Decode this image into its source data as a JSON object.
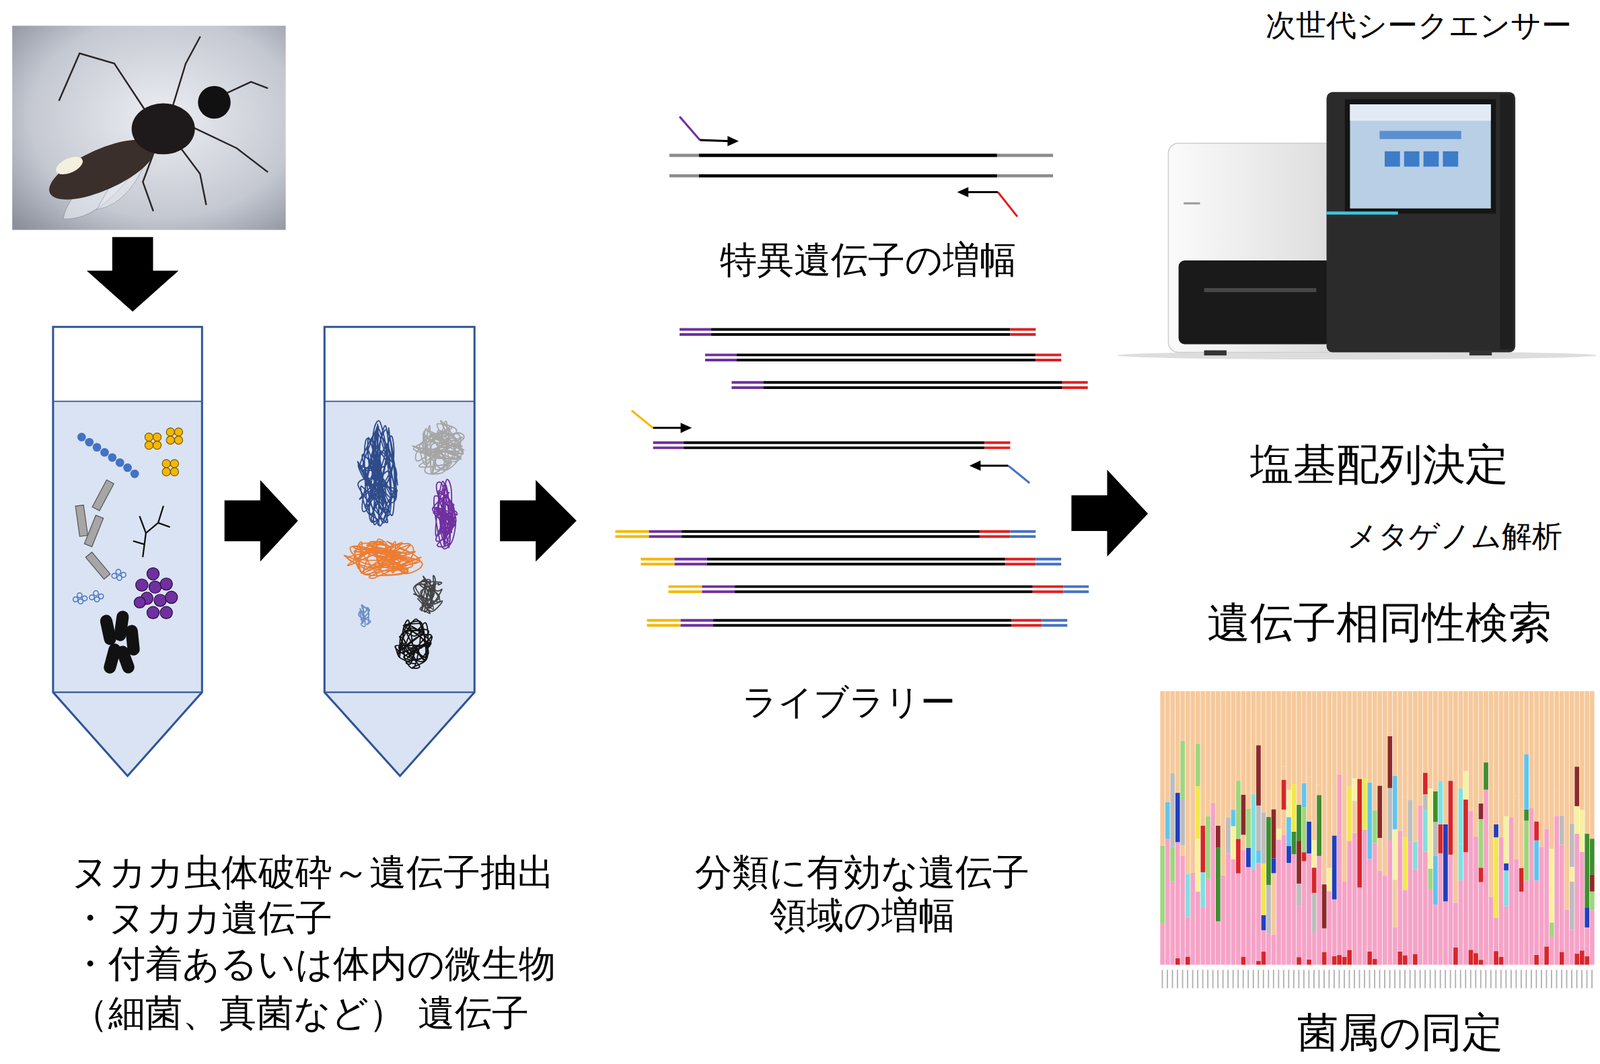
{
  "diagram": {
    "labels": [
      "次世代シークエンサー",
      "特異遺伝子の増幅",
      "塩基配列決定",
      "メタゲノム解析",
      "遺伝子相同性検索",
      "ライブラリー",
      "ヌカカ虫体破砕～遺伝子抽出",
      "・ヌカカ遺伝子",
      "・付着あるいは体内の微生物",
      "（細菌、真菌など） 遺伝子",
      "分類に有効な遺伝子 領域の増幅",
      "菌属の同定"
    ]
  }
}
